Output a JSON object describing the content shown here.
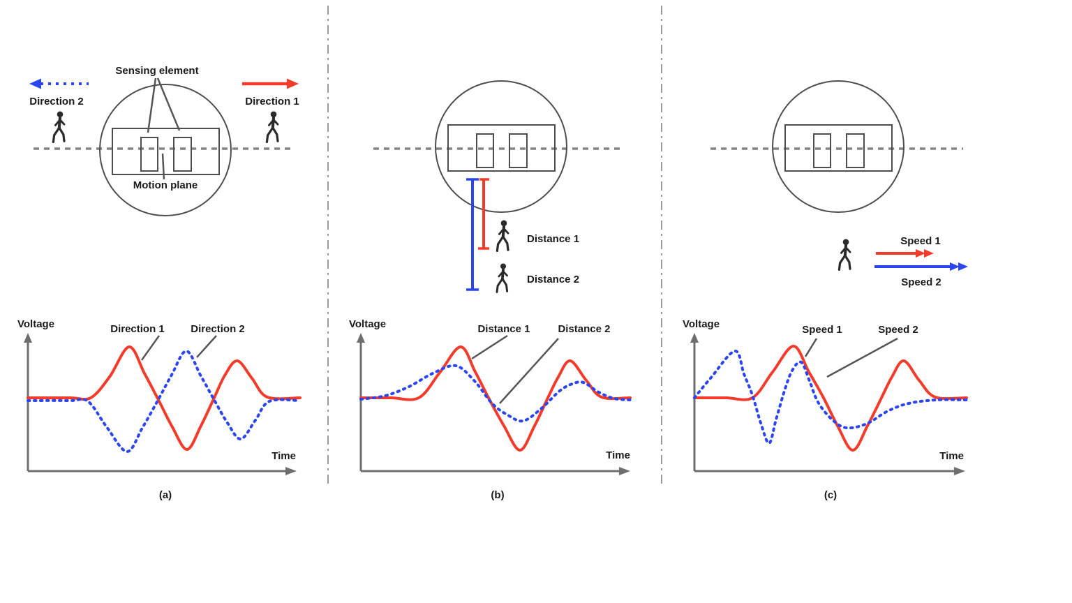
{
  "colors": {
    "red": "#f23b2a",
    "blue": "#2b46f0",
    "sensor_outline": "#4d4d4d",
    "axis": "#6e6e6e",
    "dashed_motion_line": "#858585",
    "divider": "#9a9a9a",
    "pointer": "#555555",
    "text": "#1a1a1a",
    "background": "#ffffff"
  },
  "figure": {
    "panels": [
      {
        "caption": "(a)",
        "sensor_labels": {
          "sensing_element": "Sensing element",
          "motion_plane": "Motion plane"
        },
        "left_arrow_label": "Direction 2",
        "right_arrow_label": "Direction 1",
        "chart": {
          "ylabel": "Voltage",
          "xlabel": "Time",
          "series_labels": [
            "Direction 1",
            "Direction 2"
          ]
        }
      },
      {
        "caption": "(b)",
        "distance_labels": [
          "Distance 1",
          "Distance 2"
        ],
        "chart": {
          "ylabel": "Voltage",
          "xlabel": "Time",
          "series_labels": [
            "Distance 1",
            "Distance 2"
          ]
        }
      },
      {
        "caption": "(c)",
        "speed_labels": [
          "Speed 1",
          "Speed 2"
        ],
        "chart": {
          "ylabel": "Voltage",
          "xlabel": "Time",
          "series_labels": [
            "Speed 1",
            "Speed 2"
          ]
        }
      }
    ]
  },
  "chart_data": [
    {
      "type": "line",
      "panel": "(a)",
      "title": "",
      "xlabel": "Time",
      "ylabel": "Voltage",
      "axes_numeric": false,
      "summary": "Targets crossing in opposite directions produce mirror-image (opposite polarity) voltage waveforms: Direction 1 goes positive-negative-positive, Direction 2 goes negative-positive-negative.",
      "series": [
        {
          "name": "Direction 1",
          "color": "#f23b2a",
          "style": "solid",
          "points": [
            [
              40,
              570
            ],
            [
              100,
              570
            ],
            [
              130,
              570
            ],
            [
              157,
              540
            ],
            [
              185,
              497
            ],
            [
              207,
              535
            ],
            [
              226,
              571
            ],
            [
              247,
              612
            ],
            [
              268,
              644
            ],
            [
              288,
              610
            ],
            [
              306,
              572
            ],
            [
              322,
              538
            ],
            [
              340,
              517
            ],
            [
              361,
              542
            ],
            [
              383,
              569
            ],
            [
              430,
              570
            ]
          ]
        },
        {
          "name": "Direction 2",
          "color": "#2b46f0",
          "style": "dotted",
          "points": [
            [
              40,
              574
            ],
            [
              100,
              574
            ],
            [
              126,
              575
            ],
            [
              153,
              612
            ],
            [
              182,
              647
            ],
            [
              204,
              613
            ],
            [
              226,
              574
            ],
            [
              246,
              537
            ],
            [
              267,
              503
            ],
            [
              288,
              539
            ],
            [
              308,
              575
            ],
            [
              326,
              606
            ],
            [
              345,
              629
            ],
            [
              366,
              602
            ],
            [
              386,
              575
            ],
            [
              430,
              574
            ]
          ]
        }
      ]
    },
    {
      "type": "line",
      "panel": "(b)",
      "title": "",
      "xlabel": "Time",
      "ylabel": "Voltage",
      "axes_numeric": false,
      "summary": "A nearer target (Distance 1) produces a larger-amplitude waveform than a farther target (Distance 2); both share the same phase and shape.",
      "series": [
        {
          "name": "Distance 1",
          "color": "#f23b2a",
          "style": "solid",
          "points": [
            [
              517,
              570
            ],
            [
              560,
              570
            ],
            [
              600,
              570
            ],
            [
              630,
              534
            ],
            [
              660,
              497
            ],
            [
              681,
              533
            ],
            [
              700,
              570
            ],
            [
              722,
              610
            ],
            [
              745,
              645
            ],
            [
              766,
              610
            ],
            [
              785,
              570
            ],
            [
              800,
              540
            ],
            [
              817,
              517
            ],
            [
              840,
              545
            ],
            [
              862,
              569
            ],
            [
              903,
              570
            ]
          ]
        },
        {
          "name": "Distance 2",
          "color": "#2b46f0",
          "style": "dotted",
          "points": [
            [
              517,
              572
            ],
            [
              552,
              567
            ],
            [
              586,
              554
            ],
            [
              620,
              535
            ],
            [
              653,
              524
            ],
            [
              680,
              546
            ],
            [
              705,
              578
            ],
            [
              728,
              595
            ],
            [
              750,
              603
            ],
            [
              776,
              585
            ],
            [
              802,
              560
            ],
            [
              820,
              550
            ],
            [
              836,
              548
            ],
            [
              858,
              562
            ],
            [
              880,
              571
            ],
            [
              903,
              573
            ]
          ]
        }
      ]
    },
    {
      "type": "line",
      "panel": "(c)",
      "title": "",
      "xlabel": "Time",
      "ylabel": "Voltage",
      "axes_numeric": false,
      "summary": "A faster target (Speed 2) compresses the waveform in time (earlier, higher-frequency oscillation) compared with a slower target (Speed 1).",
      "series": [
        {
          "name": "Speed 1",
          "color": "#f23b2a",
          "style": "solid",
          "points": [
            [
              995,
              570
            ],
            [
              1040,
              570
            ],
            [
              1078,
              570
            ],
            [
              1107,
              533
            ],
            [
              1137,
              496
            ],
            [
              1159,
              533
            ],
            [
              1180,
              570
            ],
            [
              1200,
              610
            ],
            [
              1222,
              645
            ],
            [
              1243,
              610
            ],
            [
              1263,
              570
            ],
            [
              1278,
              540
            ],
            [
              1295,
              517
            ],
            [
              1317,
              545
            ],
            [
              1340,
              569
            ],
            [
              1385,
              570
            ]
          ]
        },
        {
          "name": "Speed 2",
          "color": "#2b46f0",
          "style": "dotted",
          "points": [
            [
              995,
              570
            ],
            [
              1018,
              542
            ],
            [
              1053,
              503
            ],
            [
              1066,
              536
            ],
            [
              1078,
              566
            ],
            [
              1090,
              606
            ],
            [
              1102,
              635
            ],
            [
              1112,
              601
            ],
            [
              1124,
              560
            ],
            [
              1135,
              531
            ],
            [
              1148,
              519
            ],
            [
              1160,
              546
            ],
            [
              1172,
              576
            ],
            [
              1192,
              601
            ],
            [
              1213,
              613
            ],
            [
              1242,
              607
            ],
            [
              1272,
              589
            ],
            [
              1302,
              578
            ],
            [
              1342,
              573
            ],
            [
              1385,
              573
            ]
          ]
        }
      ]
    }
  ]
}
